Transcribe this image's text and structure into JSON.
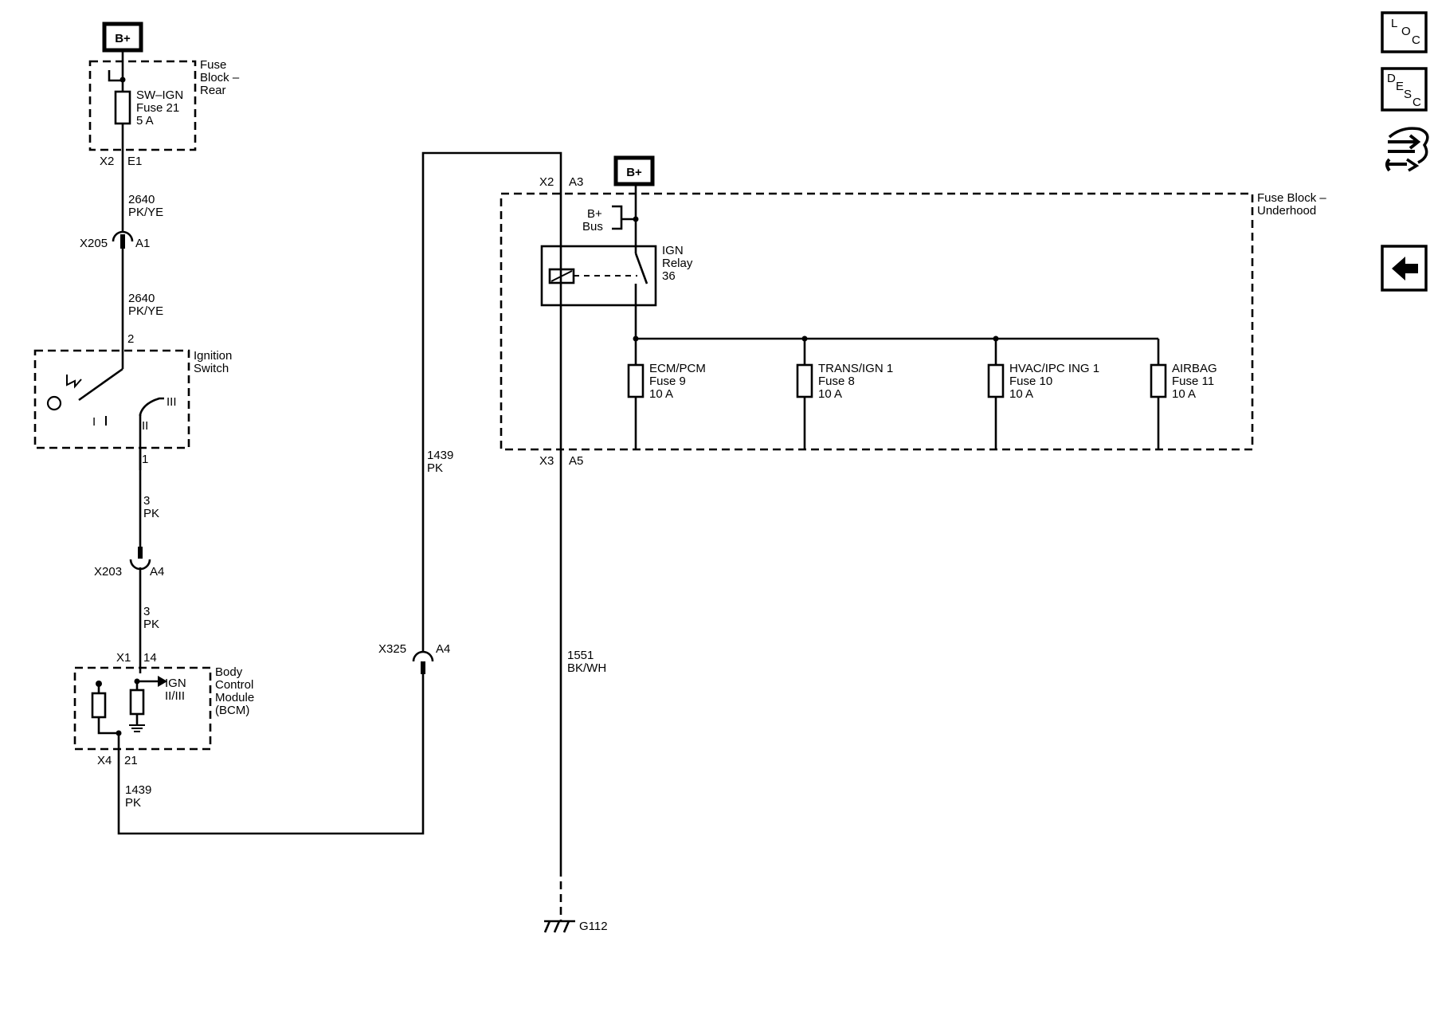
{
  "power": {
    "bplus_left": "B+",
    "bplus_right": "B+",
    "bus_line1": "B+",
    "bus_line2": "Bus"
  },
  "fuse_block_rear": {
    "title": [
      "Fuse",
      "Block –",
      "Rear"
    ],
    "fuse": [
      "SW–IGN",
      "Fuse 21",
      "5 A"
    ],
    "connector": "X2",
    "pin": "E1"
  },
  "wires": {
    "w2640a": [
      "2640",
      "PK/YE"
    ],
    "w2640b": [
      "2640",
      "PK/YE"
    ],
    "w3a": [
      "3",
      "PK"
    ],
    "w3b": [
      "3",
      "PK"
    ],
    "w1439a": [
      "1439",
      "PK"
    ],
    "w1439b": [
      "1439",
      "PK"
    ],
    "w1551": [
      "1551",
      "BK/WH"
    ]
  },
  "connectors": {
    "x205": "X205",
    "x205_pin": "A1",
    "x203": "X203",
    "x203_pin": "A4",
    "x325": "X325",
    "x325_pin": "A4"
  },
  "ignition_switch": {
    "title": [
      "Ignition",
      "Switch"
    ],
    "pin_top": "2",
    "pin_bottom": "1",
    "pos_i": "I",
    "pos_ii": "II",
    "pos_iii": "III"
  },
  "bcm": {
    "title": [
      "Body",
      "Control",
      "Module",
      "(BCM)"
    ],
    "input": [
      "IGN",
      "II/III"
    ],
    "x1": "X1",
    "x1_pin": "14",
    "x4": "X4",
    "x4_pin": "21"
  },
  "fuse_block_underhood": {
    "title": [
      "Fuse Block –",
      "Underhood"
    ],
    "x2": "X2",
    "x2_pin": "A3",
    "x3": "X3",
    "x3_pin": "A5",
    "relay": [
      "IGN",
      "Relay",
      "36"
    ],
    "fuses": [
      {
        "lines": [
          "ECM/PCM",
          "Fuse 9",
          "10 A"
        ]
      },
      {
        "lines": [
          "TRANS/IGN 1",
          "Fuse 8",
          "10 A"
        ]
      },
      {
        "lines": [
          "HVAC/IPC ING 1",
          "Fuse 10",
          "10 A"
        ]
      },
      {
        "lines": [
          "AIRBAG",
          "Fuse 11",
          "10 A"
        ]
      }
    ]
  },
  "ground": {
    "label": "G112"
  },
  "nav": {
    "loc": [
      "L",
      "O",
      "C"
    ],
    "desc": [
      "D",
      "E",
      "S",
      "C"
    ],
    "connector_icon": "connector-wrench-icon",
    "back_icon": "arrow-left-icon"
  }
}
